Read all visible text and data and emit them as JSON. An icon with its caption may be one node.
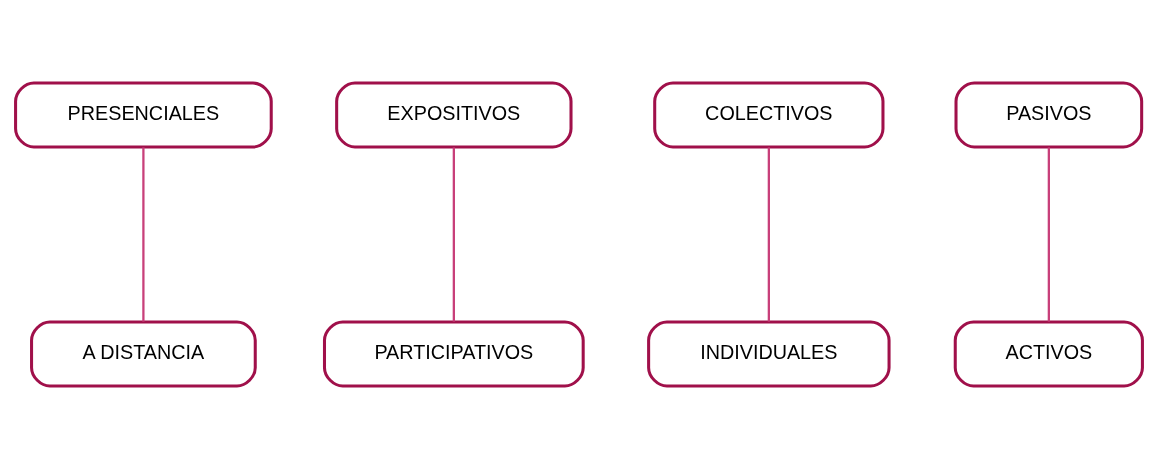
{
  "diagram": {
    "nodes": [
      {
        "text": [
          "PRESENCIALES"
        ]
      },
      {
        "text": [
          "EXPOSITIVOS"
        ]
      },
      {
        "text": [
          "COLECTIVOS"
        ]
      },
      {
        "text": [
          "PASIVOS"
        ]
      },
      {
        "text": [
          "ACTIVOS"
        ]
      },
      {
        "text": [
          "INDIVIDUALES"
        ]
      },
      {
        "text": [
          "PARTICIPATIVOS"
        ]
      },
      {
        "text": [
          "A DISTANCIA"
        ]
      }
    ],
    "edges": [
      {
        "from": 0,
        "to": 7,
        "arrow": "none"
      },
      {
        "from": 1,
        "to": 6,
        "arrow": "none"
      },
      {
        "from": 2,
        "to": 5,
        "arrow": "none"
      },
      {
        "from": 3,
        "to": 4,
        "arrow": "none"
      }
    ]
  }
}
